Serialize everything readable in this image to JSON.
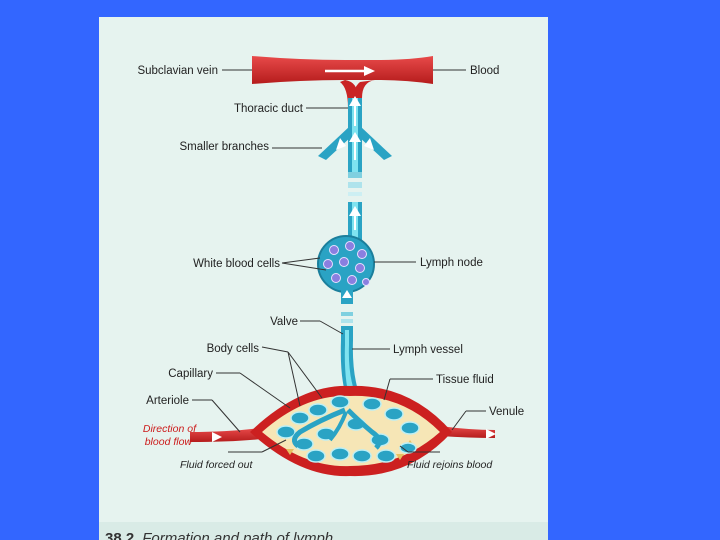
{
  "labels": {
    "subclavian_vein": "Subclavian vein",
    "blood": "Blood",
    "thoracic_duct": "Thoracic duct",
    "smaller_branches": "Smaller branches",
    "white_blood_cells": "White blood cells",
    "lymph_node": "Lymph node",
    "valve": "Valve",
    "body_cells": "Body cells",
    "lymph_vessel": "Lymph vessel",
    "capillary": "Capillary",
    "tissue_fluid": "Tissue fluid",
    "arteriole": "Arteriole",
    "venule": "Venule",
    "direction_of": "Direction of",
    "blood_flow": "blood flow",
    "fluid_forced_out": "Fluid forced out",
    "fluid_rejoins_blood": "Fluid rejoins blood"
  },
  "caption": {
    "number": "38.2",
    "title": "Formation and path of lymph"
  },
  "colors": {
    "background": "#3366ff",
    "panel": "#e6f3ef",
    "blood_red": "#d42a2a",
    "lymph_teal": "#2aa3c4"
  }
}
